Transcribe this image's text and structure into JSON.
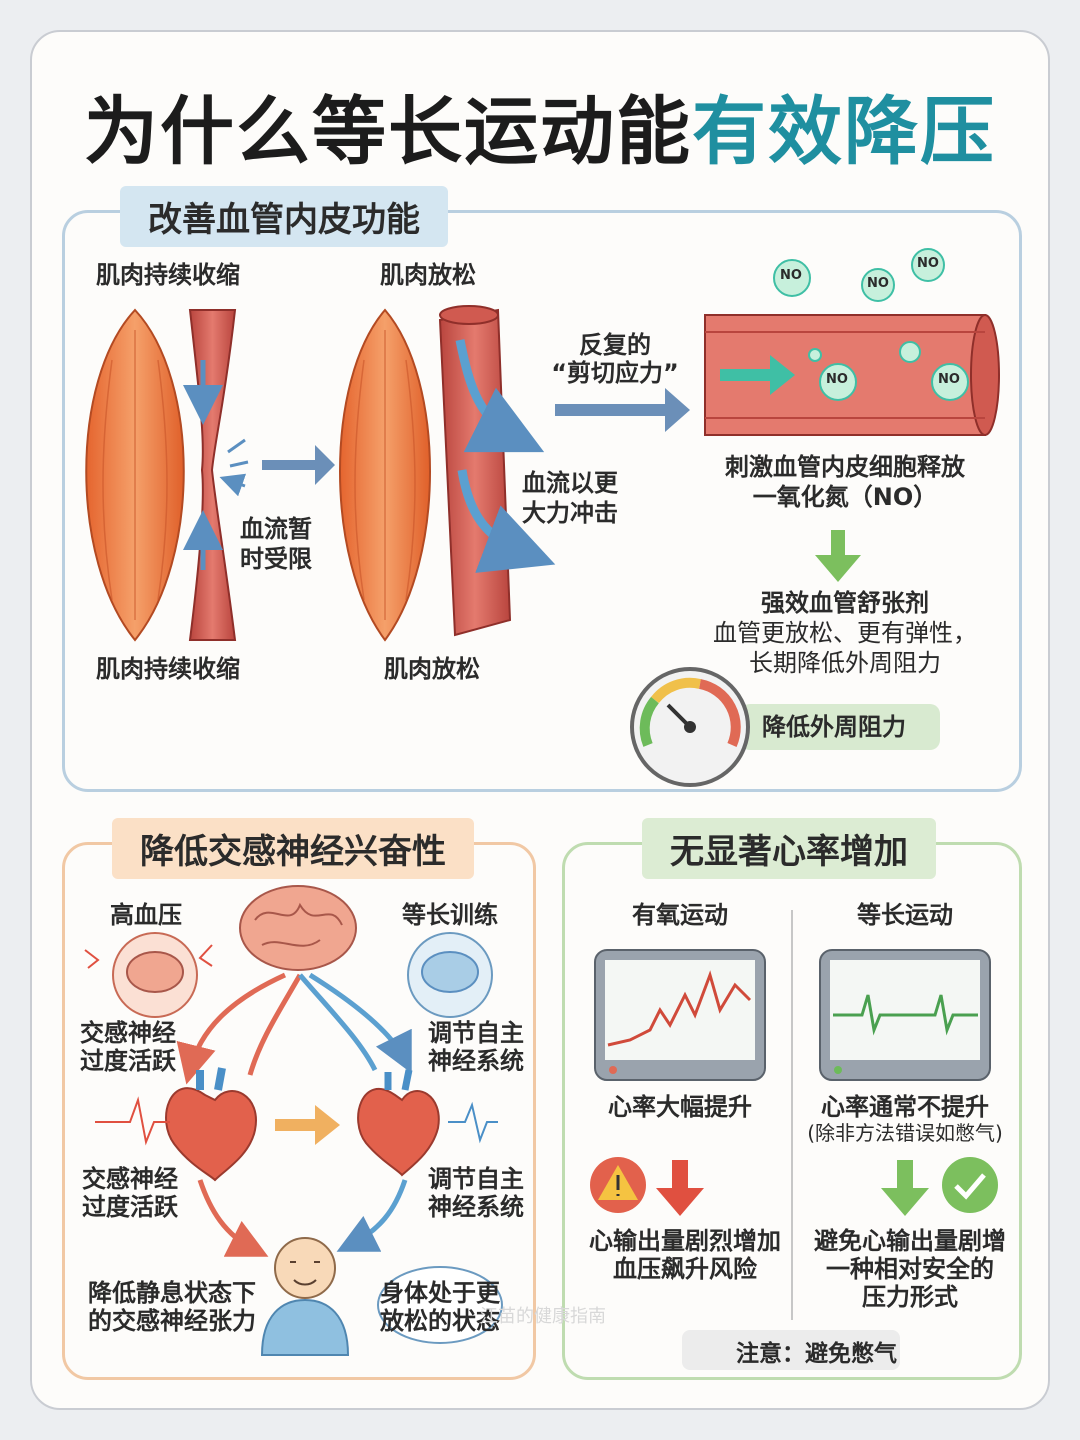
{
  "title": {
    "main": "为什么等长运动能",
    "accent": "有效降压"
  },
  "colors": {
    "accent": "#1f8fa0",
    "panel_blue": "#b9cfe0",
    "panel_orange": "#f1c8a4",
    "panel_green": "#bfdcb0"
  },
  "section1": {
    "tag": "改善血管内皮功能",
    "label_contract_top": "肌肉持续收缩",
    "label_contract_bottom": "肌肉持续收缩",
    "label_relax_top": "肌肉放松",
    "label_relax_bottom": "肌肉放松",
    "restricted_line1": "血流暂",
    "restricted_line2": "时受限",
    "impact_line1": "血流以更",
    "impact_line2": "大力冲击",
    "shear_line1": "反复的",
    "shear_line2": "“剪切应力”",
    "no_label": "NO",
    "release_line1": "刺激血管内皮细胞释放",
    "release_line2": "一氧化氮（NO）",
    "dilator_title": "强效血管舒张剂",
    "dilator_line1": "血管更放松、更有弹性，",
    "dilator_line2": "长期降低外周阻力",
    "gauge_label": "降低外周阻力"
  },
  "section2": {
    "tag": "降低交感神经兴奋性",
    "hypertension": "高血压",
    "isometric_training": "等长训练",
    "sym_active_line1": "交感神经",
    "sym_active_line2": "过度活跃",
    "regulate_line1": "调节自主",
    "regulate_line2": "神经系统",
    "rest_line1": "降低静息状态下",
    "rest_line2": "的交感神经张力",
    "relaxed_line1": "身体处于更",
    "relaxed_line2": "放松的状态"
  },
  "section3": {
    "tag": "无显著心率增加",
    "aerobic": "有氧运动",
    "isometric": "等长运动",
    "aerobic_hr": "心率大幅提升",
    "iso_hr_line1": "心率通常不提升",
    "iso_hr_line2": "(除非方法错误如憋气)",
    "aerobic_risk_line1": "心输出量剧烈增加",
    "aerobic_risk_line2": "血压飙升风险",
    "iso_safe_line1": "避免心输出量剧增",
    "iso_safe_line2": "一种相对安全的",
    "iso_safe_line3": "压力形式",
    "note": "注意：避免憋气"
  },
  "watermark": "江苗的健康指南",
  "icons": [
    "muscle-icon",
    "blood-vessel-icon",
    "brain-icon",
    "heart-icon",
    "person-icon",
    "monitor-icon",
    "warning-icon",
    "check-icon",
    "gauge-icon"
  ]
}
